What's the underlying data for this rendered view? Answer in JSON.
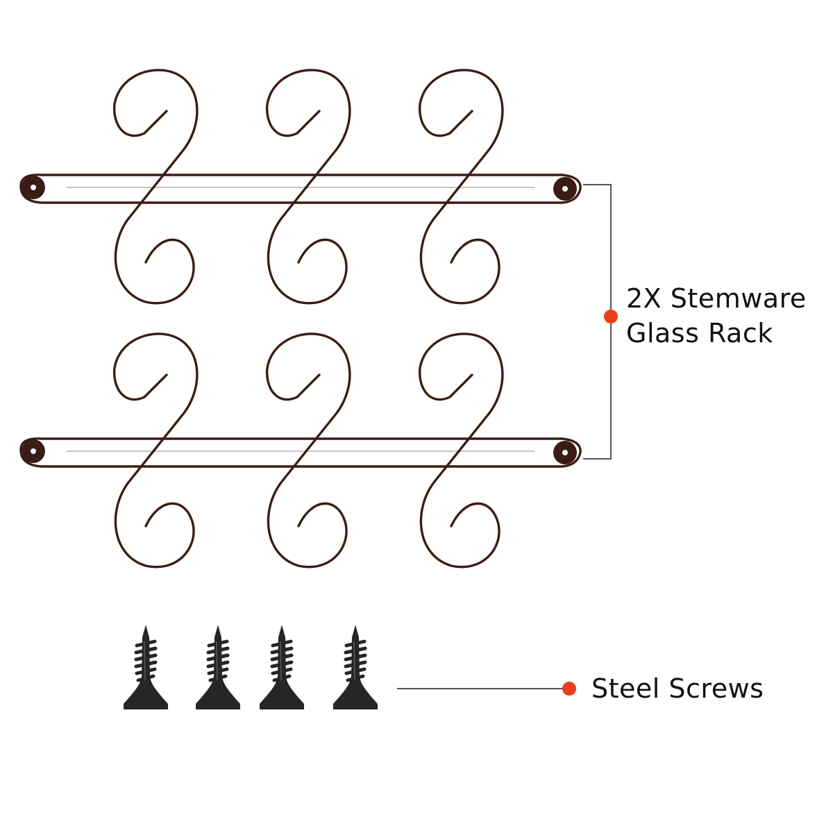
{
  "colors": {
    "metal": "#3b1c14",
    "metal_highlight": "#8a5a4c",
    "screw": "#262626",
    "callout_line": "#555555",
    "callout_dot": "#e8401c"
  },
  "rack": {
    "label_line1": "2X Stemware",
    "label_line2": "Glass Rack"
  },
  "screws": {
    "label": "Steel Screws"
  }
}
